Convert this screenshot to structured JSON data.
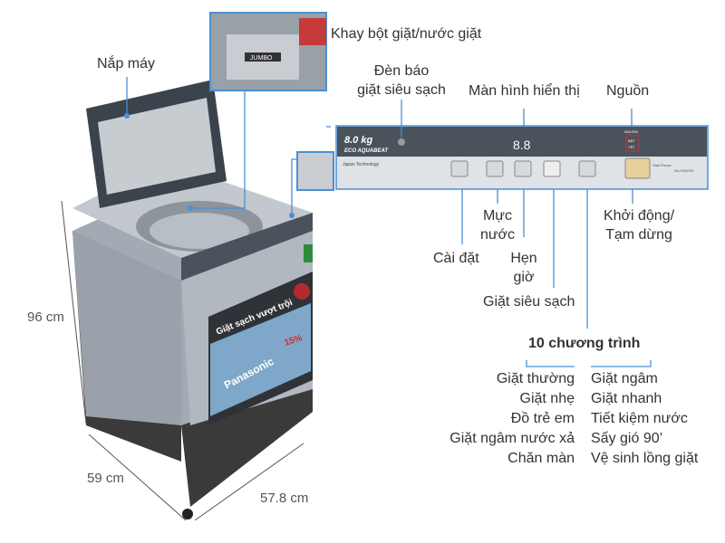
{
  "labels": {
    "lid": "Nắp máy",
    "detergent_tray": "Khay bột giặt/nước giặt",
    "super_clean_light_1": "Đèn báo",
    "super_clean_light_2": "giặt siêu sạch",
    "display": "Màn hình hiển thị",
    "power": "Nguồn",
    "settings": "Cài đặt",
    "water_level_1": "Mực",
    "water_level_2": "nước",
    "timer_1": "Hẹn",
    "timer_2": "giờ",
    "super_clean": "Giặt siêu sạch",
    "start_pause_1": "Khởi động/",
    "start_pause_2": "Tạm dừng",
    "programs_title": "10 chương trình"
  },
  "programs_left": [
    "Giặt thường",
    "Giặt nhẹ",
    "Đồ trẻ em",
    "Giặt ngâm nước xả",
    "Chăn màn"
  ],
  "programs_right": [
    "Giặt ngâm",
    "Giặt nhanh",
    "Tiết kiệm nước",
    "Sấy gió 90’",
    "Vệ sinh lồng giặt"
  ],
  "dimensions": {
    "height": "96 cm",
    "depth": "59 cm",
    "width": "57.8 cm"
  },
  "panel": {
    "capacity": "8.0 kg",
    "series": "ECO AQUABEAT",
    "tech": "Japan Technology",
    "display_digits": "8.8",
    "power_on": "BẬT",
    "power_off": "TẮT",
    "power_label": "NGUỒN",
    "start_label": "Start Pause",
    "model": "NA-F80VS9",
    "tray_text": "JUMBO",
    "brand": "Panasonic",
    "front_slogan": "Giặt sạch vượt trội",
    "front_percent": "15%"
  },
  "colors": {
    "leader": "#4a8fd6",
    "text": "#333333",
    "body": "#a9b0b9",
    "panel": "#4a525c"
  }
}
